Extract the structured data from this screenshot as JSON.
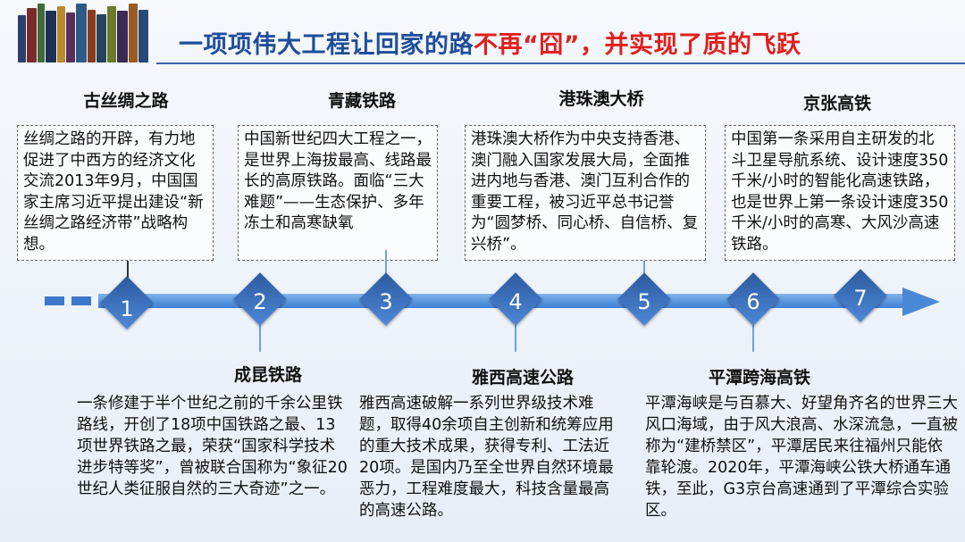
{
  "title": {
    "part1": "一项项伟大工程让回家的路",
    "part2": "不再“囧”，并实现了质的飞跃"
  },
  "colors": {
    "title_blue": "#1f4e9a",
    "title_red": "#e0201c",
    "arrow_blue": "#3f7fd2",
    "diamond_blue": "#2c5a9e"
  },
  "top_items": [
    {
      "heading": "古丝绸之路",
      "text": "丝绸之路的开辟，有力地促进了中西方的经济文化交流2013年9月，中国国家主席习近平提出建设“新丝绸之路经济带”战略构想。"
    },
    {
      "heading": "青藏铁路",
      "text": "中国新世纪四大工程之一，是世界上海拔最高、线路最长的高原铁路。面临“三大难题”——生态保护、多年冻土和高寒缺氧"
    },
    {
      "heading": "港珠澳大桥",
      "text": "港珠澳大桥作为中央支持香港、澳门融入国家发展大局，全面推进内地与香港、澳门互利合作的重要工程，被习近平总书记誉为“圆梦桥、同心桥、自信桥、复兴桥”。"
    },
    {
      "heading": "京张高铁",
      "text": "中国第一条采用自主研发的北斗卫星导航系统、设计速度350千米/小时的智能化高速铁路，也是世界上第一条设计速度350千米/小时的高寒、大风沙高速铁路。"
    }
  ],
  "milestones": [
    "1",
    "2",
    "3",
    "4",
    "5",
    "6",
    "7"
  ],
  "bottom_items": [
    {
      "heading": "成昆铁路",
      "text": "一条修建于半个世纪之前的千余公里铁路线，开创了18项中国铁路之最、13项世界铁路之最，荣获“国家科学技术进步特等奖”，曾被联合国称为“象征20世纪人类征服自然的三大奇迹”之一。"
    },
    {
      "heading": "雅西高速公路",
      "text": "雅西高速破解一系列世界级技术难题，取得40余项自主创新和统筹应用的重大技术成果，获得专利、工法近20项。是国内乃至全世界自然环境最恶力，工程难度最大，科技含量最高的高速公路。"
    },
    {
      "heading": "平潭跨海高铁",
      "text": "平潭海峡是与百慕大、好望角齐名的世界三大风口海域，由于风大浪高、水深流急，一直被称为“建桥禁区”，平潭居民来往福州只能依靠轮渡。2020年，平潭海峡公铁大桥通车通铁，至此，G3京台高速通到了平潭综合实验区。"
    }
  ]
}
